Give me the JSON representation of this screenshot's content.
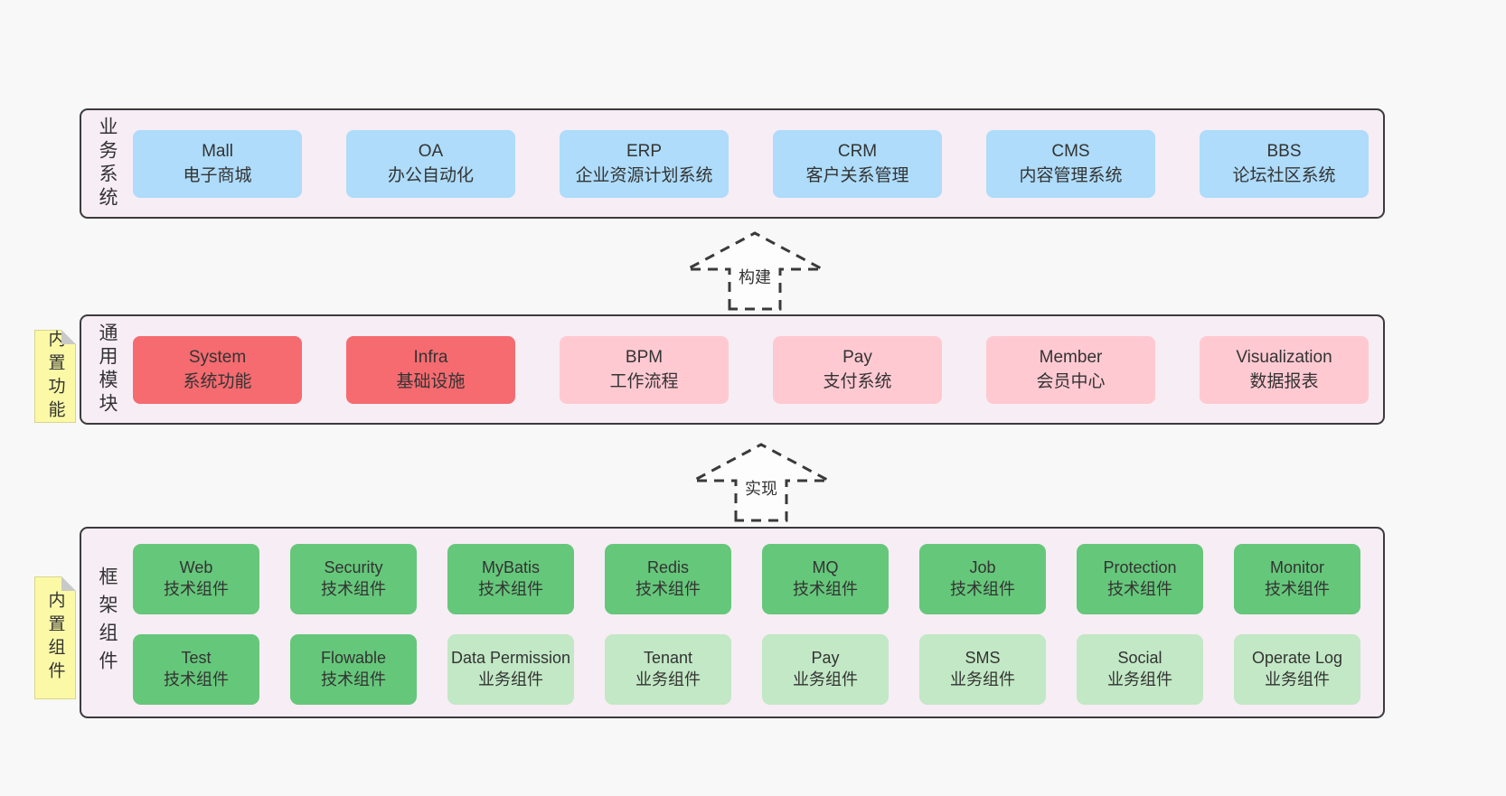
{
  "diagram": {
    "arrows": {
      "build": {
        "label": "构建"
      },
      "implement": {
        "label": "实现"
      }
    },
    "layers": {
      "business": {
        "label": "业务系统",
        "boxes": [
          {
            "title": "Mall",
            "subtitle": "电子商城"
          },
          {
            "title": "OA",
            "subtitle": "办公自动化"
          },
          {
            "title": "ERP",
            "subtitle": "企业资源计划系统"
          },
          {
            "title": "CRM",
            "subtitle": "客户关系管理"
          },
          {
            "title": "CMS",
            "subtitle": "内容管理系统"
          },
          {
            "title": "BBS",
            "subtitle": "论坛社区系统"
          }
        ]
      },
      "modules": {
        "label": "通用模块",
        "note": "内置功能",
        "boxes": [
          {
            "title": "System",
            "subtitle": "系统功能"
          },
          {
            "title": "Infra",
            "subtitle": "基础设施"
          },
          {
            "title": "BPM",
            "subtitle": "工作流程"
          },
          {
            "title": "Pay",
            "subtitle": "支付系统"
          },
          {
            "title": "Member",
            "subtitle": "会员中心"
          },
          {
            "title": "Visualization",
            "subtitle": "数据报表"
          }
        ]
      },
      "components": {
        "label": "框架组件",
        "note": "内置组件",
        "row1": [
          {
            "title": "Web",
            "subtitle": "技术组件"
          },
          {
            "title": "Security",
            "subtitle": "技术组件"
          },
          {
            "title": "MyBatis",
            "subtitle": "技术组件"
          },
          {
            "title": "Redis",
            "subtitle": "技术组件"
          },
          {
            "title": "MQ",
            "subtitle": "技术组件"
          },
          {
            "title": "Job",
            "subtitle": "技术组件"
          },
          {
            "title": "Protection",
            "subtitle": "技术组件"
          },
          {
            "title": "Monitor",
            "subtitle": "技术组件"
          }
        ],
        "row2": [
          {
            "title": "Test",
            "subtitle": "技术组件"
          },
          {
            "title": "Flowable",
            "subtitle": "技术组件"
          },
          {
            "title": "Data Permission",
            "subtitle": "业务组件"
          },
          {
            "title": "Tenant",
            "subtitle": "业务组件"
          },
          {
            "title": "Pay",
            "subtitle": "业务组件"
          },
          {
            "title": "SMS",
            "subtitle": "业务组件"
          },
          {
            "title": "Social",
            "subtitle": "业务组件"
          },
          {
            "title": "Operate Log",
            "subtitle": "业务组件"
          }
        ]
      }
    },
    "colors": {
      "page_bg": "#f8f8f8",
      "layer_bg": "#f7edf5",
      "layer_border": "#3b3b3b",
      "business_box": "#aedcfa",
      "core_module_box": "#f56b70",
      "optional_module_box": "#ffc9d2",
      "tech_component_box": "#65c77a",
      "biz_component_box": "#c2e8c5",
      "sticky_note": "#fbf9a6",
      "sticky_fold": "#c9c9c9",
      "text": "#333333"
    }
  }
}
